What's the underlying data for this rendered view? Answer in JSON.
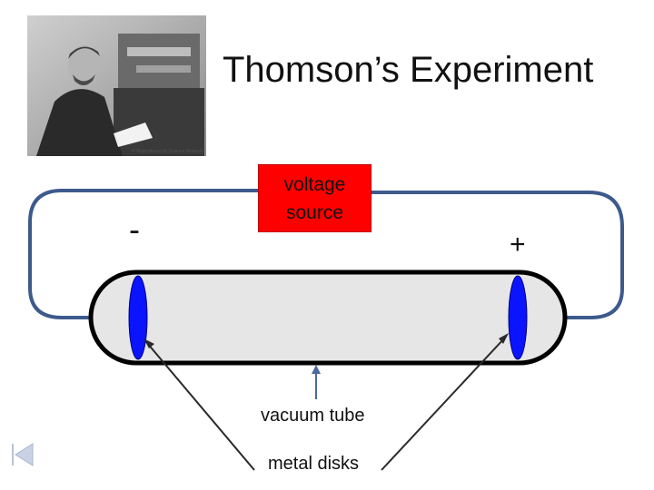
{
  "slide": {
    "title": "Thomson’s Experiment",
    "photo_credit": "© Reproduced by Science Museum"
  },
  "diagram": {
    "voltage_source": [
      "voltage",
      "source"
    ],
    "negative_terminal": "-",
    "positive_terminal": "+",
    "tube_label": "vacuum tube",
    "disks_label": "metal disks"
  },
  "colors": {
    "wire": "#3d5a8c",
    "tube_fill": "#e6e6e6",
    "tube_outline": "#000000",
    "disk": "#0a14ff",
    "source_box": "#ff0000",
    "pointer": "#2a2a2a",
    "arrow_blue": "#4a6a9c"
  },
  "icons": {
    "nav": "skip-back-icon"
  }
}
